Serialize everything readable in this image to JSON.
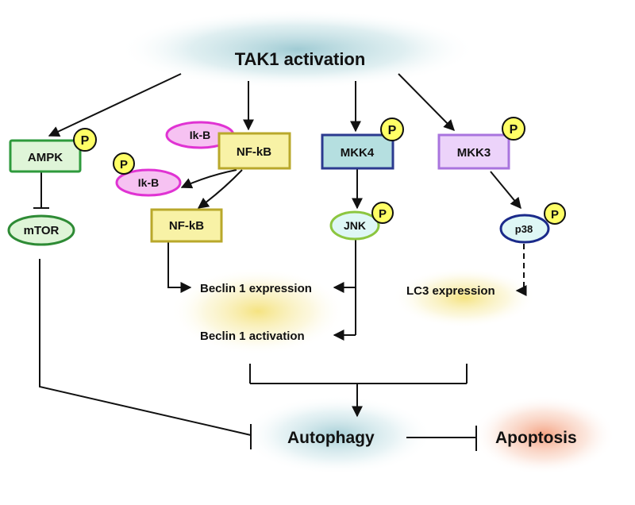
{
  "title": "TAK1 activation",
  "colors": {
    "glow_top": "#7fb8c4",
    "glow_yellow": "#f4e27a",
    "glow_apoptosis": "#f3a07c",
    "ampk_fill": "#dff5d8",
    "ampk_stroke": "#2e9a3c",
    "mtor_fill": "#dff5d8",
    "mtor_stroke": "#2e8b35",
    "nfkb_fill": "#f8f2a6",
    "nfkb_stroke": "#b9a82b",
    "ikb_fill": "#f6c2f2",
    "ikb_stroke": "#e033d3",
    "mkk4_fill": "#b5dfe0",
    "mkk4_stroke": "#2b3a8f",
    "mkk3_fill": "#ecd3fa",
    "mkk3_stroke": "#a974de",
    "jnk_fill": "#def7f5",
    "jnk_stroke": "#8cc63f",
    "p38_fill": "#def7f5",
    "p38_stroke": "#1a2a8a",
    "phospho_fill": "#ffff66",
    "phospho_stroke": "#111111"
  },
  "nodes": {
    "ampk": "AMPK",
    "mtor": "mTOR",
    "nfkb_top": "NF-kB",
    "ikb_top": "Ik-B",
    "ikb_phospho": "Ik-B",
    "nfkb_bottom": "NF-kB",
    "mkk4": "MKK4",
    "jnk": "JNK",
    "mkk3": "MKK3",
    "p38": "p38"
  },
  "phospho_label": "P",
  "outcomes": {
    "beclin_expression": "Beclin 1 expression",
    "beclin_activation": "Beclin 1 activation",
    "lc3_expression": "LC3 expression",
    "autophagy": "Autophagy",
    "apoptosis": "Apoptosis"
  }
}
